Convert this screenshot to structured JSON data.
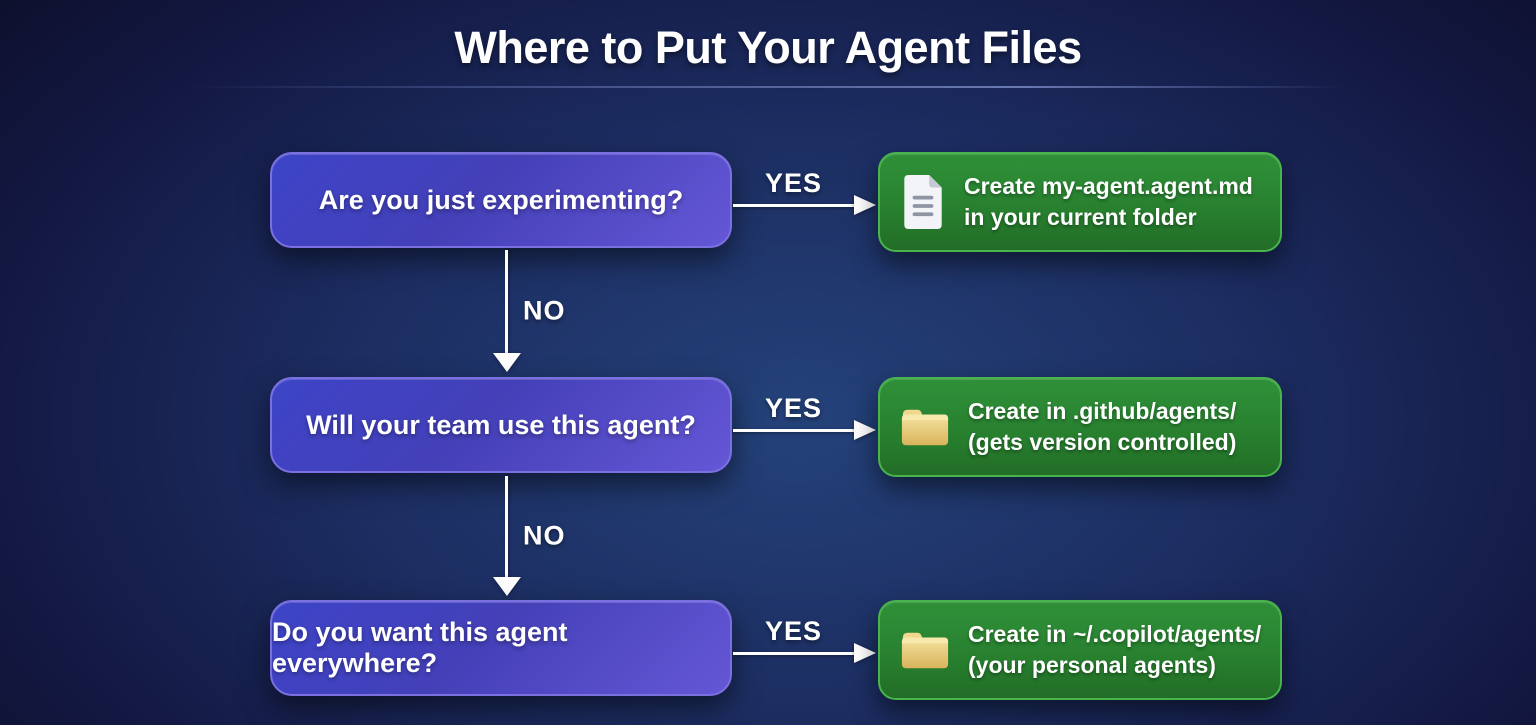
{
  "title": "Where to Put Your Agent Files",
  "flow": {
    "rows": [
      {
        "question": "Are you just experimenting?",
        "connector_label": "YES",
        "result": {
          "icon": "document-icon",
          "line1": "Create my-agent.agent.md",
          "line2": "in your current folder"
        }
      },
      {
        "question": "Will your team use this agent?",
        "connector_label": "YES",
        "result": {
          "icon": "folder-icon",
          "line1": "Create in .github/agents/",
          "line2": "(gets version controlled)"
        }
      },
      {
        "question": "Do you want this agent everywhere?",
        "connector_label": "YES",
        "result": {
          "icon": "folder-icon",
          "line1": "Create in ~/.copilot/agents/",
          "line2": "(your personal agents)"
        }
      }
    ],
    "no_labels": [
      "NO",
      "NO"
    ]
  },
  "colors": {
    "background_center": "#24427a",
    "background_edge": "#0b0c23",
    "question_box_gradient_start": "#3d44c8",
    "question_box_gradient_end": "#6557d6",
    "question_box_border": "#7b70e0",
    "result_box_gradient_start": "#2f9039",
    "result_box_gradient_end": "#226d27",
    "result_box_border": "#49b44b",
    "arrow": "#ffffff",
    "text": "#ffffff",
    "folder_icon": "#e9c96f",
    "document_icon": "#f2f4f7"
  }
}
